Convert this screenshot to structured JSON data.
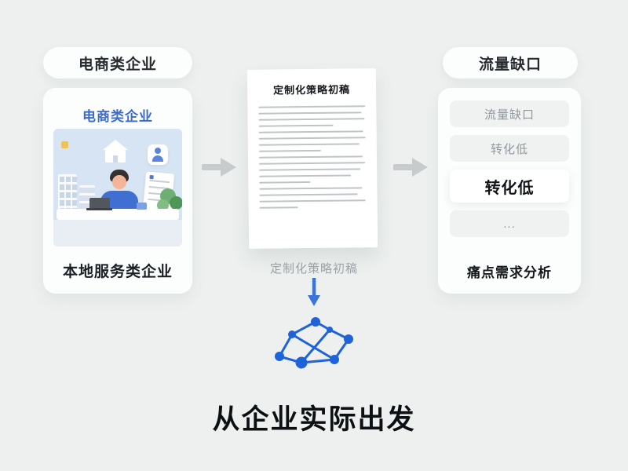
{
  "left": {
    "pill_label": "电商类企业",
    "card_title": "电商类企业",
    "card_caption": "本地服务类企业"
  },
  "document": {
    "title": "定制化策略初稿",
    "caption": "定制化策略初稿",
    "line_widths_percent": [
      100,
      96,
      99,
      70,
      98,
      100,
      94,
      58,
      97,
      99,
      95,
      86,
      48,
      96,
      92,
      99,
      36
    ]
  },
  "right": {
    "pill_label": "流量缺口",
    "items": [
      {
        "label": "流量缺口",
        "highlight": false
      },
      {
        "label": "转化低",
        "highlight": false
      },
      {
        "label": "转化低",
        "highlight": true
      },
      {
        "label": "...",
        "highlight": false
      }
    ],
    "caption": "痛点需求分析"
  },
  "footer": {
    "headline": "从企业实际出发"
  },
  "icons": {
    "flow_arrows": "arrow-right-icon",
    "down_arrow": "arrow-down-icon",
    "network": "network-graph-icon"
  },
  "colors": {
    "background": "#edf0ee",
    "accent_blue": "#3b74dc",
    "network_blue": "#1f63d8",
    "arrow_gray": "#c7cbcd",
    "title_blue": "#3c6bc9",
    "text_dark": "#15191d",
    "muted_text": "#9ba2a7"
  }
}
